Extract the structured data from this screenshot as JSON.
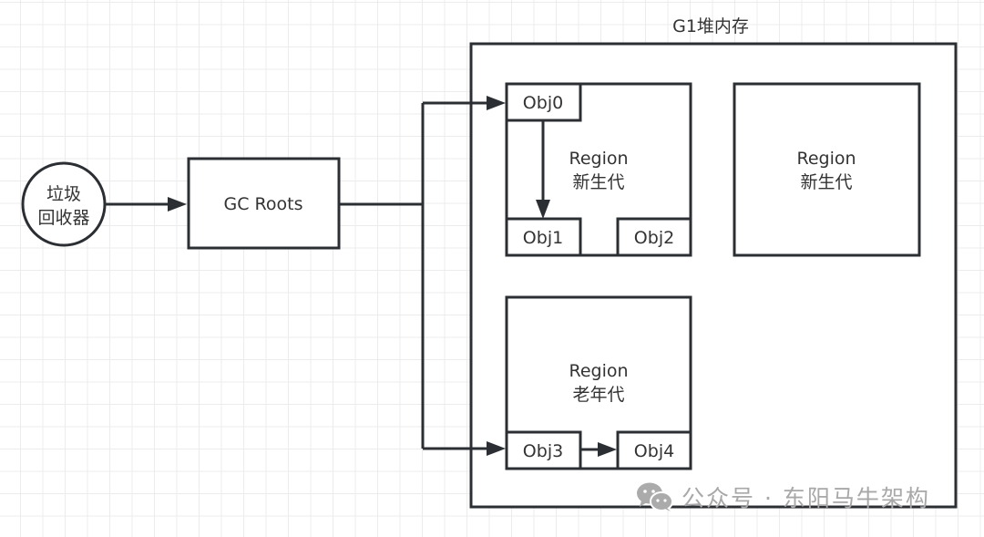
{
  "diagram": {
    "heap_title": "G1堆内存",
    "collector": {
      "line1": "垃圾",
      "line2": "回收器"
    },
    "gc_roots": "GC Roots",
    "regions": [
      {
        "name": "Region",
        "generation": "新生代",
        "objects": [
          "Obj0",
          "Obj1",
          "Obj2"
        ]
      },
      {
        "name": "Region",
        "generation": "新生代",
        "objects": []
      },
      {
        "name": "Region",
        "generation": "老年代",
        "objects": [
          "Obj3",
          "Obj4"
        ]
      }
    ],
    "edges": [
      {
        "from": "垃圾回收器",
        "to": "GC Roots"
      },
      {
        "from": "GC Roots",
        "to": "Obj0"
      },
      {
        "from": "GC Roots",
        "to": "Obj3"
      },
      {
        "from": "Obj0",
        "to": "Obj1"
      },
      {
        "from": "Obj3",
        "to": "Obj4"
      }
    ]
  },
  "watermark": {
    "icon": "wechat-icon",
    "text": "公众号 · 东阳马牛架构"
  }
}
